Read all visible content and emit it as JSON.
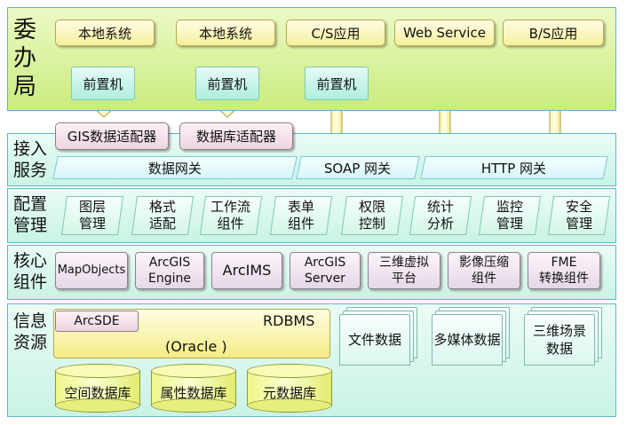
{
  "bands": {
    "top_label": "委\n办\n局",
    "access_label": "接入\n服务",
    "config_label": "配置\n管理",
    "core_label": "核心\n组件",
    "info_label": "信息\n资源"
  },
  "systems": [
    "本地系统",
    "本地系统",
    "C/S应用",
    "Web Service",
    "B/S应用"
  ],
  "front_machines": [
    "前置机",
    "前置机",
    "前置机"
  ],
  "adapters": [
    "GIS数据适配器",
    "数据库适配器"
  ],
  "gateways": [
    "数据网关",
    "SOAP 网关",
    "HTTP 网关"
  ],
  "config_items": [
    "图层\n管理",
    "格式\n适配",
    "工作流\n组件",
    "表单\n组件",
    "权限\n控制",
    "统计\n分析",
    "监控\n管理",
    "安全\n管理"
  ],
  "core_components": [
    "MapObjects",
    "ArcGIS\nEngine",
    "ArcIMS",
    "ArcGIS\nServer",
    "三维虚拟\n平台",
    "影像压缩\n组件",
    "FME\n转换组件"
  ],
  "info": {
    "arcsde": "ArcSDE",
    "rdbms": "RDBMS",
    "oracle": "(Oracle )",
    "databases": [
      "空间数据库",
      "属性数据库",
      "元数据库"
    ],
    "files": [
      "文件数据",
      "多媒体数据",
      "三维场景\n数据"
    ]
  },
  "colors": {
    "band_border": "#59b7c9",
    "top_band": "#c9ec7d",
    "lower_band": "#d6f6ea",
    "system_box": "#f6ef9a",
    "arrow": "#f2ec6a",
    "adapter_box": "#ecd5e2",
    "database": "#eef788"
  }
}
